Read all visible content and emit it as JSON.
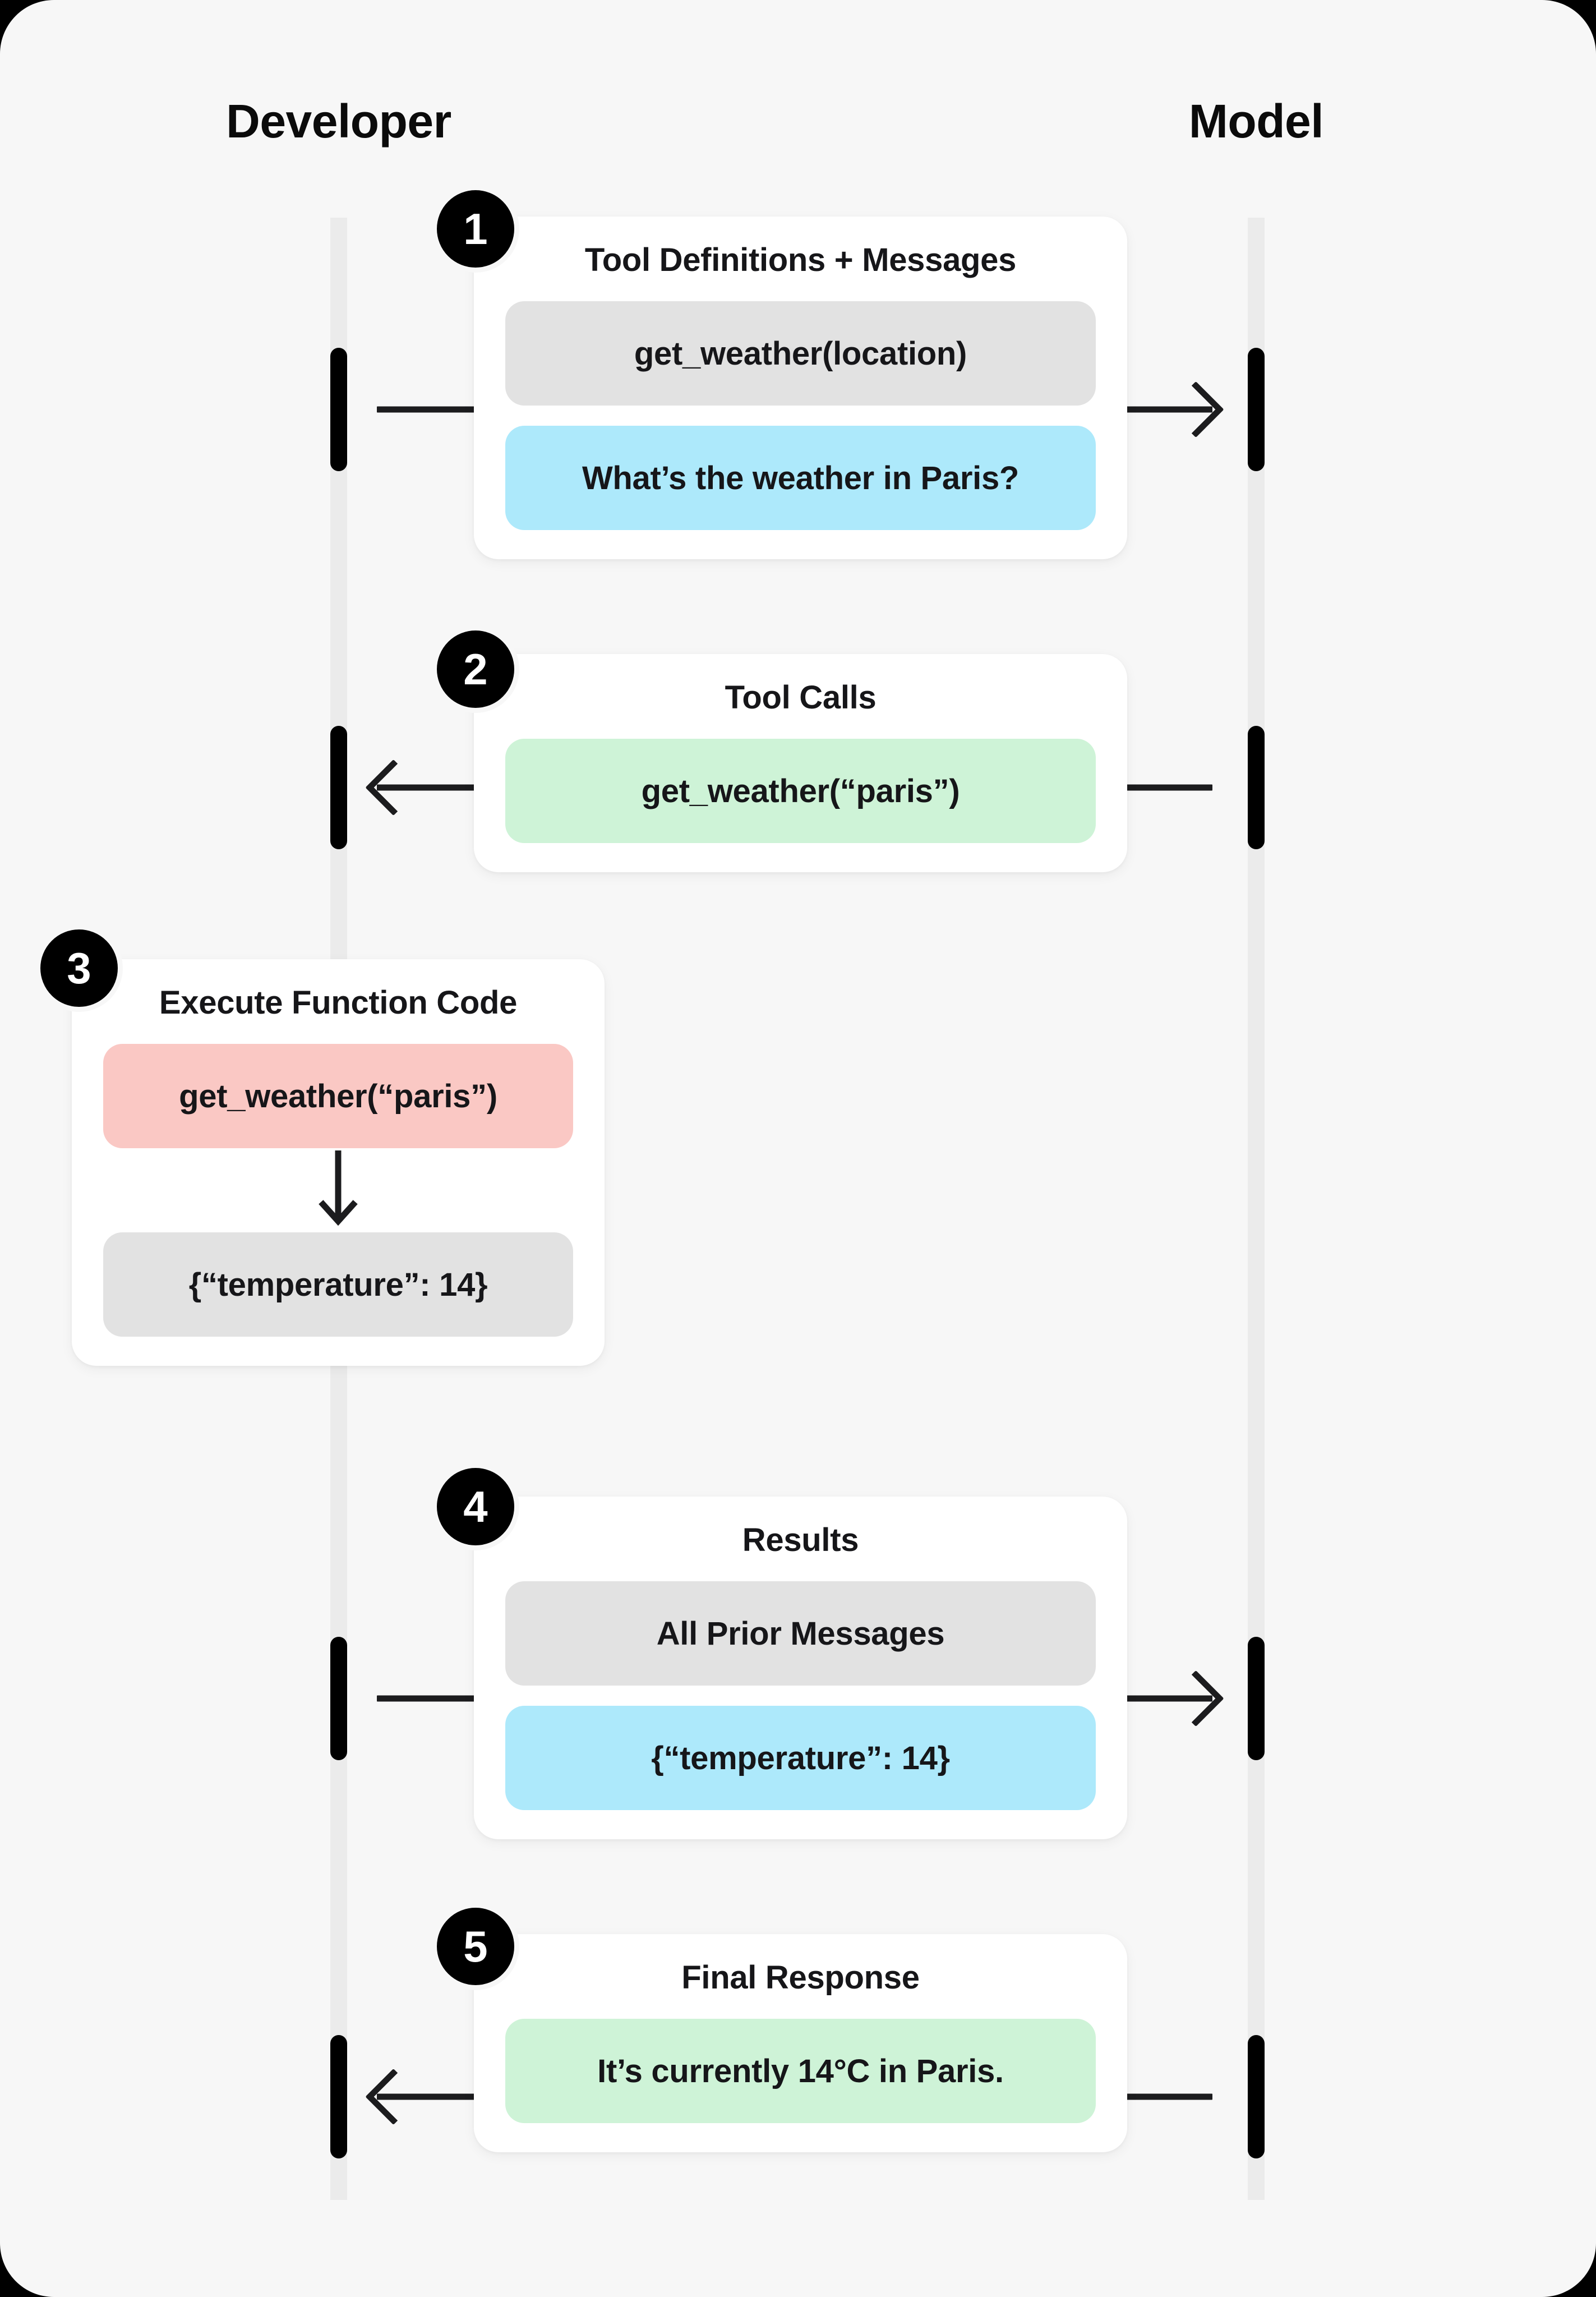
{
  "columns": {
    "developer": "Developer",
    "model": "Model"
  },
  "colors": {
    "page_background": "#f7f7f7",
    "card_background": "#ffffff",
    "lifeline": "#ebebeb",
    "activation": "#000000",
    "badge": "#000000",
    "pill_gray": "#e2e2e2",
    "pill_blue": "#ade9fb",
    "pill_green": "#cef3d7",
    "pill_pink": "#fac8c4",
    "arrow": "#1c1c1e",
    "text": "#161619"
  },
  "steps": [
    {
      "number": "1",
      "title": "Tool Definitions + Messages",
      "direction": "developer-to-model",
      "pills": [
        {
          "text": "get_weather(location)",
          "color": "gray"
        },
        {
          "text": "What’s the weather in Paris?",
          "color": "blue"
        }
      ]
    },
    {
      "number": "2",
      "title": "Tool Calls",
      "direction": "model-to-developer",
      "pills": [
        {
          "text": "get_weather(“paris”)",
          "color": "green"
        }
      ]
    },
    {
      "number": "3",
      "title": "Execute Function Code",
      "direction": "developer-internal",
      "pills": [
        {
          "text": "get_weather(“paris”)",
          "color": "pink"
        },
        {
          "text": "{“temperature”: 14}",
          "color": "gray"
        }
      ],
      "has_down_arrow": true
    },
    {
      "number": "4",
      "title": "Results",
      "direction": "developer-to-model",
      "pills": [
        {
          "text": "All Prior Messages",
          "color": "gray"
        },
        {
          "text": "{“temperature”: 14}",
          "color": "blue"
        }
      ]
    },
    {
      "number": "5",
      "title": "Final Response",
      "direction": "model-to-developer",
      "pills": [
        {
          "text": "It’s currently 14°C in Paris.",
          "color": "green"
        }
      ]
    }
  ]
}
